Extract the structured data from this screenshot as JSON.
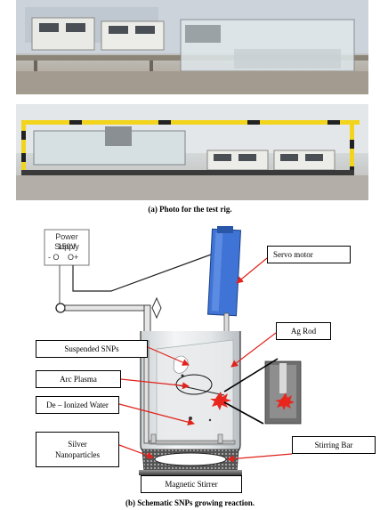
{
  "captions": {
    "photo": "(a) Photo for the test rig.",
    "schematic": "(b) Schematic SNPs growing reaction."
  },
  "power_supply": {
    "title": "Power Supply",
    "voltage": "150V",
    "terminal_minus": "- O",
    "terminal_plus": "O+"
  },
  "labels": {
    "servo_motor": "Servo motor",
    "ag_rod": "Ag Rod",
    "suspended_snps": "Suspended SNPs",
    "arc_plasma": "Arc Plasma",
    "deionized_water": "De – Ionized Water",
    "silver_nanoparticles_1": "Silver",
    "silver_nanoparticles_2": "Nanoparticles",
    "stirring_bar": "Stirring Bar",
    "magnetic_stirrer": "Magnetic Stirrer"
  },
  "colors": {
    "servo_blue": "#3f74d6",
    "arrow_red": "#e0231c",
    "spark_red": "#e8261e",
    "rig_yellow": "#f2d41c"
  }
}
